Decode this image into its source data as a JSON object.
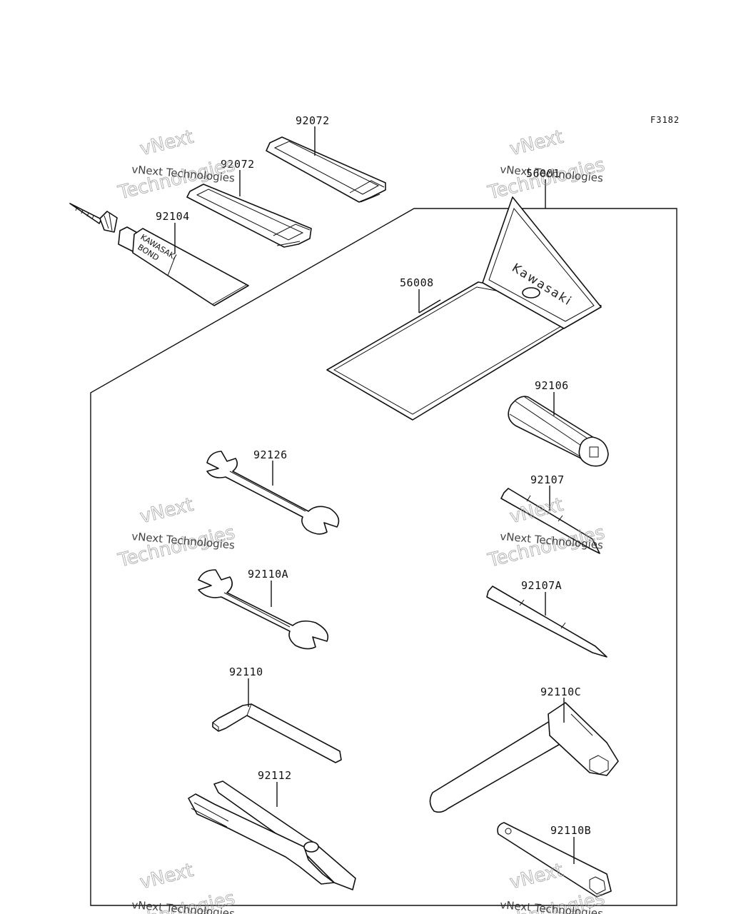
{
  "figure_code": "F3182",
  "imprints": {
    "tube_brand": "KAWASAKI",
    "tube_product": "BOND",
    "bag_brand": "Kawasaki"
  },
  "watermark": {
    "line1": "vNext Technologies",
    "line2a": "vNext",
    "line2b": "Technologies"
  },
  "callouts": [
    {
      "id": "c-92072-top",
      "label": "92072"
    },
    {
      "id": "c-92072",
      "label": "92072"
    },
    {
      "id": "c-92104",
      "label": "92104"
    },
    {
      "id": "c-56001",
      "label": "56001"
    },
    {
      "id": "c-56008",
      "label": "56008"
    },
    {
      "id": "c-92106",
      "label": "92106"
    },
    {
      "id": "c-92126",
      "label": "92126"
    },
    {
      "id": "c-92107",
      "label": "92107"
    },
    {
      "id": "c-92110A",
      "label": "92110A"
    },
    {
      "id": "c-92107A",
      "label": "92107A"
    },
    {
      "id": "c-92110",
      "label": "92110"
    },
    {
      "id": "c-92110C",
      "label": "92110C"
    },
    {
      "id": "c-92112",
      "label": "92112"
    },
    {
      "id": "c-92110B",
      "label": "92110B"
    }
  ]
}
